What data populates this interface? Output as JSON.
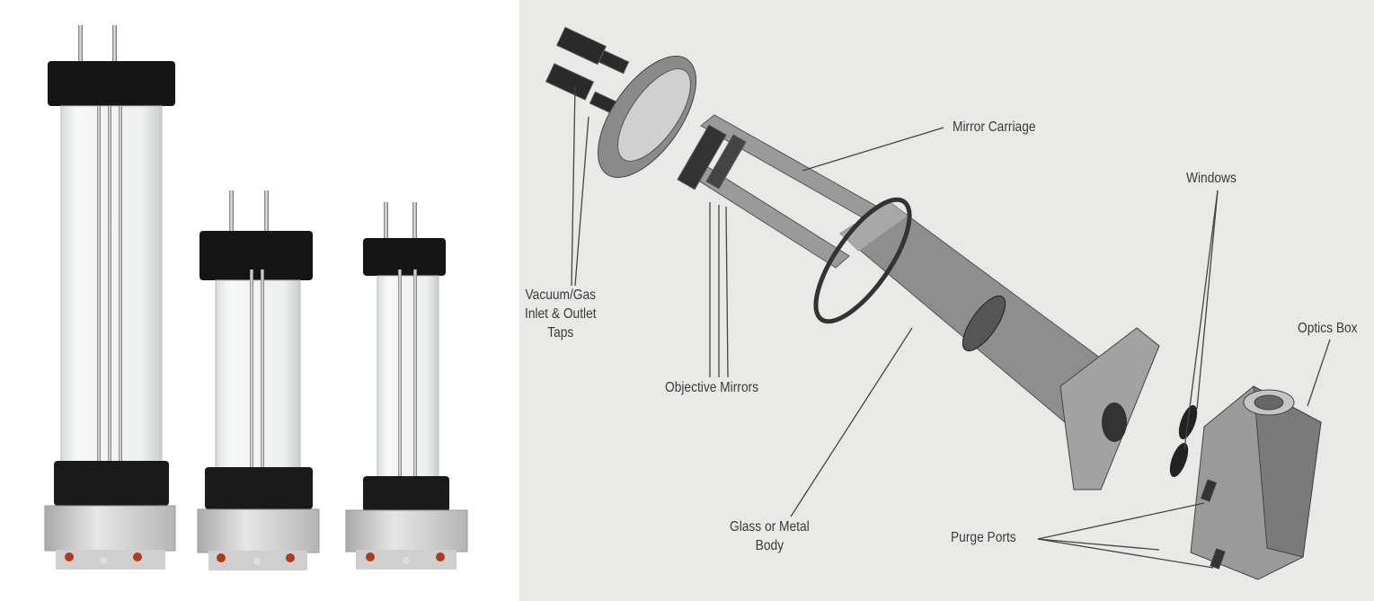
{
  "diagram": {
    "labels": {
      "mirror_carriage": "Mirror Carriage",
      "windows": "Windows",
      "optics_box": "Optics Box",
      "taps": "Vacuum/Gas\nInlet & Outlet\nTaps",
      "objective_mirrors": "Objective Mirrors",
      "body": "Glass or Metal\nBody",
      "purge_ports": "Purge Ports"
    }
  },
  "colors": {
    "background": "#e9e9e7",
    "part": "#9a9a9a",
    "label": "#3a3a3a",
    "cap": "#151515",
    "base": "#c8c8c8"
  }
}
